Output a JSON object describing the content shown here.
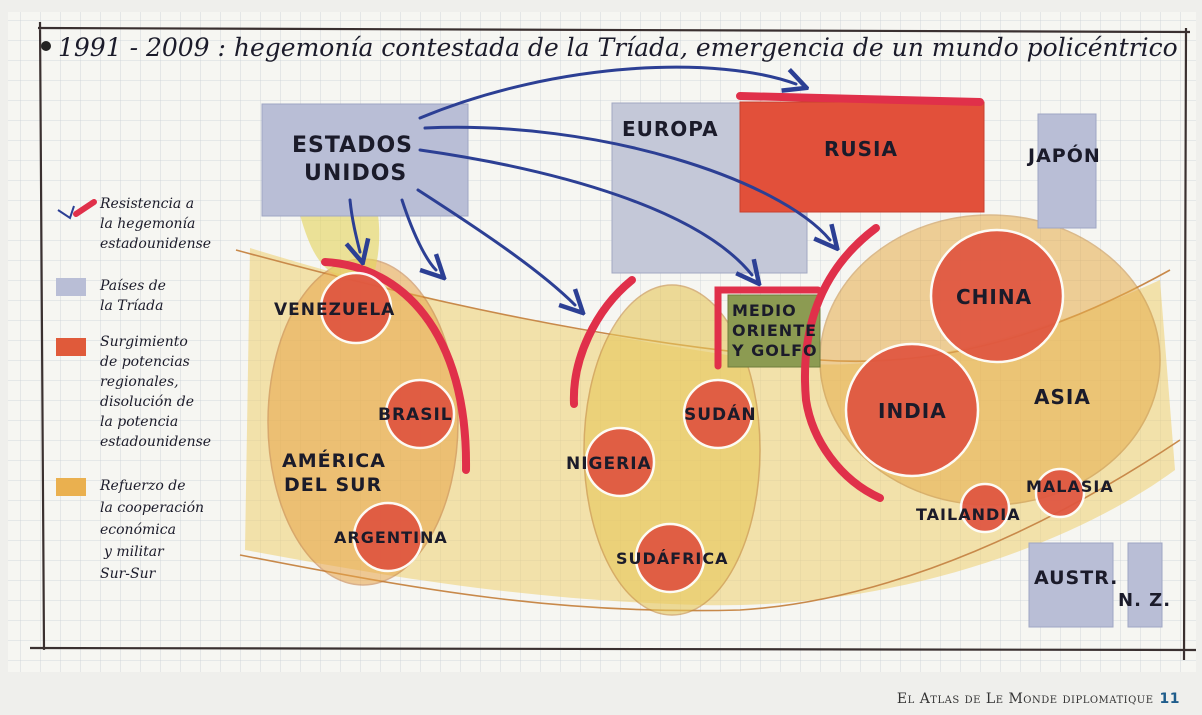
{
  "title": "1991 - 2009 : hegemonía contestada de la Tríada, emergencia de un mundo policéntrico",
  "legend": {
    "resistance": [
      "Resistencia a",
      "la hegemonía",
      "estadounidense"
    ],
    "triad": [
      "Países de",
      "la Tríada"
    ],
    "emergence": [
      "Surgimiento",
      "de potencias",
      "regionales,",
      "disolución de",
      "la potencia",
      "estadounidense"
    ],
    "cooperation": [
      "Refuerzo de",
      "la cooperación",
      "económica",
      "y militar",
      "Sur-Sur"
    ]
  },
  "triad_regions": {
    "usa": [
      "ESTADOS",
      "UNIDOS"
    ],
    "europe": "EUROPA",
    "japan": "JAPÓN",
    "australia": "AUSTR.",
    "new_zealand": "N. Z."
  },
  "middle_east": [
    "MEDIO",
    "ORIENTE",
    "Y GOLFO"
  ],
  "russia": "RUSIA",
  "regions": {
    "south_america": [
      "AMÉRICA",
      "DEL SUR"
    ],
    "asia": "ASIA"
  },
  "powers": {
    "venezuela": "VENEZUELA",
    "brasil": "BRASIL",
    "argentina": "ARGENTINA",
    "nigeria": "NIGERIA",
    "sudan": "SUDÁN",
    "sudafrica": "SUDÁFRICA",
    "china": "CHINA",
    "india": "INDIA",
    "tailandia": "TAILANDIA",
    "malasia": "MALASIA"
  },
  "colors": {
    "triad": "#b9bed6",
    "power": "#e0503a",
    "resistance": "#e0304a",
    "arrow": "#2c3f94",
    "cooperation": "#eab04f",
    "middle_east": "#8c9b52"
  },
  "footer": {
    "publication": "El Atlas de Le Monde diplomatique",
    "page": "11"
  }
}
